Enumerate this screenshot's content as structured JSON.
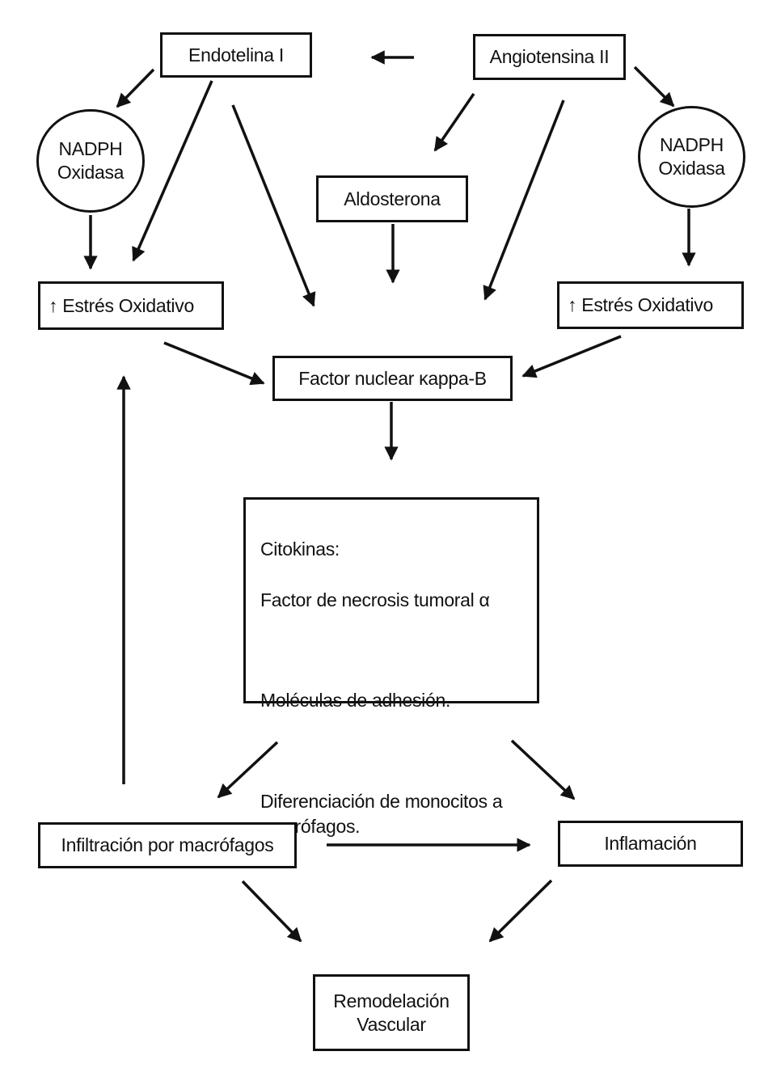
{
  "nodes": {
    "endotelina": "Endotelina I",
    "angiotensina": "Angiotensina II",
    "nadph_left": "NADPH\nOxidasa",
    "nadph_right": "NADPH\nOxidasa",
    "aldosterona": "Aldosterona",
    "estres_left": "↑ Estrés Oxidativo",
    "estres_right": "↑ Estrés Oxidativo",
    "nfkb": "Factor nuclear κappa-B",
    "cytokines": {
      "line1": "Citokinas:",
      "line2": "Factor de necrosis tumoral α",
      "line3": "Moléculas de adhesión.",
      "line4": "Diferenciación de monocitos a\nmacrófagos."
    },
    "infiltracion": "Infiltración por macrófagos",
    "inflamacion": "Inflamación",
    "remodelacion": "Remodelación\nVascular"
  },
  "colors": {
    "line": "#111111",
    "background": "#ffffff"
  }
}
